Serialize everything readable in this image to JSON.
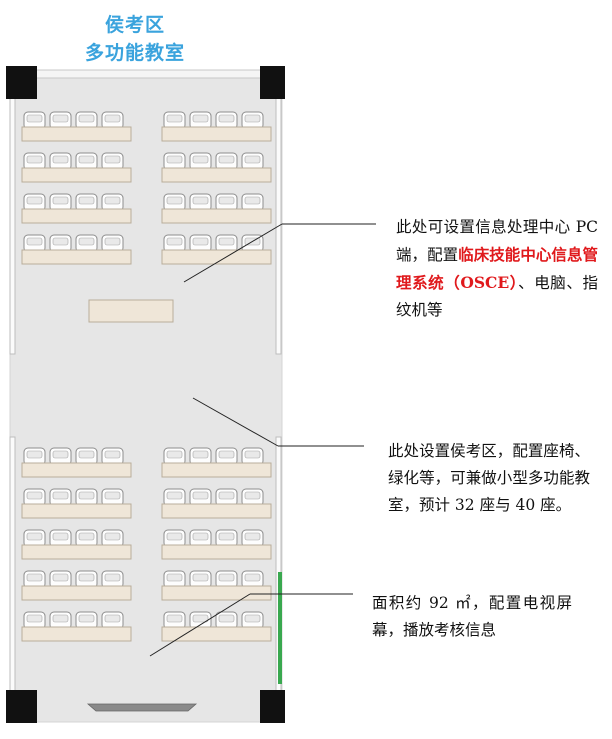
{
  "title": {
    "line1": "侯考区",
    "line2": "多功能教室"
  },
  "annotations": [
    {
      "id": "pc-terminal",
      "text_before": "此处可设置信息处理中心 PC 端，配置",
      "text_highlight": "临床技能中心信息管理系统（OSCE）",
      "text_after": "、电脑、指纹机等"
    },
    {
      "id": "waiting-area",
      "text": "此处设置侯考区，配置座椅、绿化等，可兼做小型多功能教室，预计 32 座与 40 座。"
    },
    {
      "id": "area-screen",
      "text": "面积约 92 ㎡，配置电视屏幕，播放考核信息"
    }
  ],
  "colors": {
    "title": "#3aa3dd",
    "highlight": "#e0191c",
    "floor": "#e6e6e6",
    "desk": "#efe6d8",
    "pillar": "#111111"
  },
  "icons": {
    "seat": "chair-icon",
    "desk": "desk-icon",
    "screen": "tv-screen-icon",
    "pillar": "pillar-icon"
  }
}
